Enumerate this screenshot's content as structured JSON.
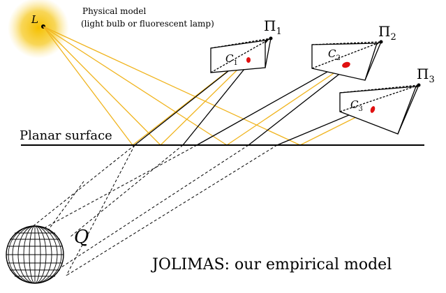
{
  "light_source": {
    "label": "L",
    "title": "Physical model",
    "subtitle": "(light bulb or fluorescent lamp)",
    "glow_color": "#f5c000",
    "ray_color": "#f0b41e"
  },
  "cameras": [
    {
      "plane_label": "Π",
      "plane_index": "1",
      "center_label": "C",
      "center_index": "1"
    },
    {
      "plane_label": "Π",
      "plane_index": "2",
      "center_label": "C",
      "center_index": "2"
    },
    {
      "plane_label": "Π",
      "plane_index": "3",
      "center_label": "C",
      "center_index": "3"
    }
  ],
  "surface": {
    "label": "Planar surface"
  },
  "sphere": {
    "label": "Q"
  },
  "caption": "JOLIMAS: our empirical model",
  "colors": {
    "ray": "#f0b41e",
    "line": "#000000",
    "highlight": "#e01010"
  }
}
